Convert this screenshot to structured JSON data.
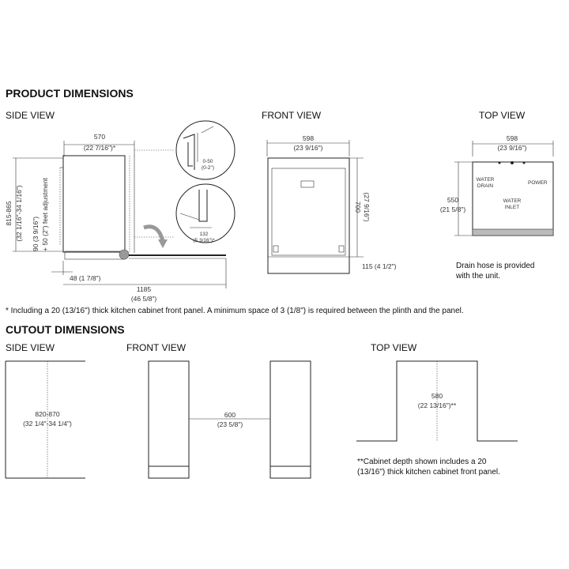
{
  "product": {
    "title": "PRODUCT DIMENSIONS",
    "side_view": {
      "label": "SIDE VIEW",
      "depth_mm": "570",
      "depth_in": "(22 7/16\")*",
      "height_range_mm": "815-865",
      "height_range_in": "(32 1/16\"-34 1/16\")",
      "plinth_mm": "90 (3 9/16\")",
      "feet_adjust": "+ 50 (2\") feet adjustment",
      "foot_offset": "48 (1 7/8\")",
      "door_open_mm": "1185",
      "door_open_in": "(46 5/8\")",
      "detail_gap_mm": "0-50",
      "detail_gap_in": "(0-2\")",
      "detail_depth_mm": "132",
      "detail_depth_in": "(5 3/16\")*"
    },
    "front_view": {
      "label": "FRONT VIEW",
      "width_mm": "598",
      "width_in": "(23 9/16\")",
      "height_mm": "700",
      "height_in": "(27 9/16\")",
      "plinth_label": "115 (4 1/2\")"
    },
    "top_view": {
      "label": "TOP VIEW",
      "width_mm": "598",
      "width_in": "(23 9/16\")",
      "depth_mm": "550",
      "depth_in": "(21 5/8\")",
      "water_drain_1": "WATER",
      "water_drain_2": "DRAIN",
      "water_inlet_1": "WATER",
      "water_inlet_2": "INLET",
      "power": "POWER",
      "drain_note_1": "Drain hose is provided",
      "drain_note_2": "with the unit."
    },
    "footnote": "* Including a 20 (13/16\") thick kitchen cabinet front panel. A minimum space of 3 (1/8\") is required between the plinth and the panel."
  },
  "cutout": {
    "title": "CUTOUT DIMENSIONS",
    "side_view": {
      "label": "SIDE VIEW",
      "height_mm": "820-870",
      "height_in": "(32 1/4\"-34 1/4\")"
    },
    "front_view": {
      "label": "FRONT VIEW",
      "width_mm": "600",
      "width_in": "(23 5/8\")"
    },
    "top_view": {
      "label": "TOP VIEW",
      "depth_mm": "580",
      "depth_in": "(22 13/16\")**",
      "note_1": "**Cabinet depth shown includes a 20",
      "note_2": "(13/16\") thick kitchen cabinet front panel."
    }
  }
}
